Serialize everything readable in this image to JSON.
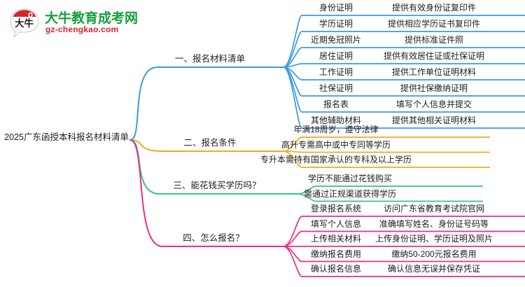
{
  "logo": {
    "mark_text": "大牛",
    "name_cn": "大牛教育成考网",
    "name_en": "gz-chengkao.com",
    "color_green": "#14a03c",
    "color_red": "#d8252b"
  },
  "mindmap": {
    "root": "2025广东函授本科报名材料清单",
    "branch_colors": {
      "blue": "#3d9ae2",
      "orange": "#f0ab22",
      "green": "#36c481",
      "pink": "#ea2f86"
    },
    "branches": [
      {
        "id": "branch-1",
        "title": "一、报名材料清单",
        "color": "#3d9ae2",
        "items": [
          {
            "label": "身份证明",
            "desc": "提供有效身份证复印件"
          },
          {
            "label": "学历证明",
            "desc": "提供相应学历证书复印件"
          },
          {
            "label": "近期免冠照片",
            "desc": "提供标准证件照"
          },
          {
            "label": "居住证明",
            "desc": "提供有效居住证或社保证明"
          },
          {
            "label": "工作证明",
            "desc": "提供工作单位证明材料"
          },
          {
            "label": "社保证明",
            "desc": "提供社保缴纳证明"
          },
          {
            "label": "报名表",
            "desc": "填写个人信息并提交"
          },
          {
            "label": "其他辅助材料",
            "desc": "提供其他相关证明材料"
          }
        ]
      },
      {
        "id": "branch-2",
        "title": "二、报名条件",
        "color": "#f0ab22",
        "items": [
          {
            "label": "年满18周岁，遵守法律",
            "desc": ""
          },
          {
            "label": "高升专需高中或中专同等学历",
            "desc": ""
          },
          {
            "label": "专升本需持有国家承认的专科及以上学历",
            "desc": ""
          }
        ]
      },
      {
        "id": "branch-3",
        "title": "三、能花钱买学历吗？",
        "color": "#36c481",
        "items": [
          {
            "label": "学历不能通过花钱购买",
            "desc": ""
          },
          {
            "label": "需通过正规渠道获得学历",
            "desc": ""
          }
        ]
      },
      {
        "id": "branch-4",
        "title": "四、怎么报名？",
        "color": "#ea2f86",
        "items": [
          {
            "label": "登录报名系统",
            "desc": "访问广东省教育考试院官网"
          },
          {
            "label": "填写个人信息",
            "desc": "准确填写姓名、身份证号码等"
          },
          {
            "label": "上传相关材料",
            "desc": "上传身份证明、学历证明及照片"
          },
          {
            "label": "缴纳报名费用",
            "desc": "缴纳50-200元报名费用"
          },
          {
            "label": "确认报名信息",
            "desc": "确认信息无误并保存凭证"
          }
        ]
      }
    ]
  }
}
